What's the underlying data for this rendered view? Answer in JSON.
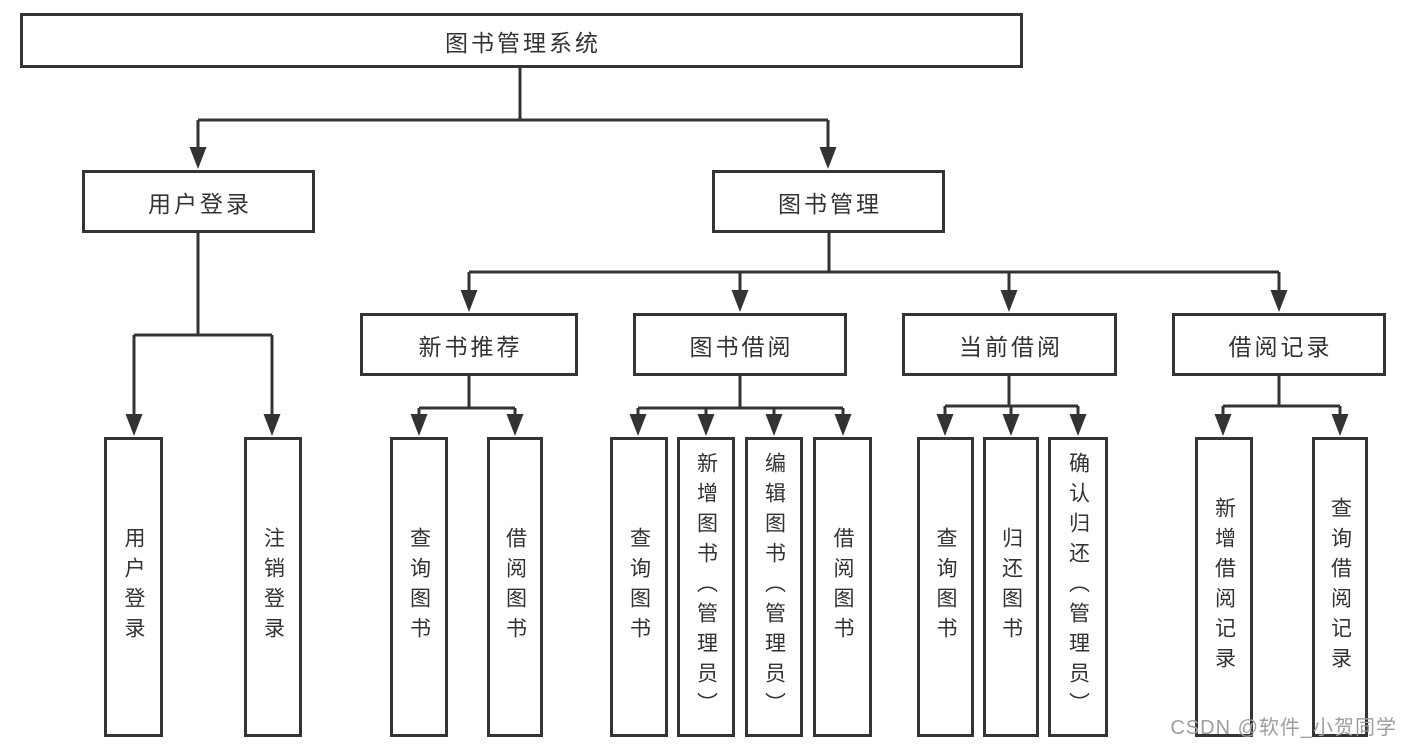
{
  "diagram": {
    "type": "hierarchy-tree",
    "title": "图书管理系统",
    "nodes": {
      "root": {
        "label": "图书管理系统",
        "parent": null
      },
      "user_login": {
        "label": "用户登录",
        "parent": "root"
      },
      "book_mgmt": {
        "label": "图书管理",
        "parent": "root"
      },
      "new_book": {
        "label": "新书推荐",
        "parent": "book_mgmt"
      },
      "book_borrow": {
        "label": "图书借阅",
        "parent": "book_mgmt"
      },
      "current_borrow": {
        "label": "当前借阅",
        "parent": "book_mgmt"
      },
      "borrow_record": {
        "label": "借阅记录",
        "parent": "book_mgmt"
      },
      "ul_login": {
        "label": "用户登录",
        "parent": "user_login"
      },
      "ul_logout": {
        "label": "注销登录",
        "parent": "user_login"
      },
      "nb_query": {
        "label": "查询图书",
        "parent": "new_book"
      },
      "nb_borrow": {
        "label": "借阅图书",
        "parent": "new_book"
      },
      "bb_query": {
        "label": "查询图书",
        "parent": "book_borrow"
      },
      "bb_add": {
        "label": "新增图书（管理员）",
        "parent": "book_borrow"
      },
      "bb_edit": {
        "label": "编辑图书（管理员）",
        "parent": "book_borrow"
      },
      "bb_borrow": {
        "label": "借阅图书",
        "parent": "book_borrow"
      },
      "cb_query": {
        "label": "查询图书",
        "parent": "current_borrow"
      },
      "cb_return": {
        "label": "归还图书",
        "parent": "current_borrow"
      },
      "cb_confirm": {
        "label": "确认归还（管理员）",
        "parent": "current_borrow"
      },
      "br_add": {
        "label": "新增借阅记录",
        "parent": "borrow_record"
      },
      "br_query": {
        "label": "查询借阅记录",
        "parent": "borrow_record"
      }
    }
  },
  "watermark": {
    "text": "CSDN @软件_小贺同学"
  },
  "colors": {
    "line": "#333333",
    "box_border": "#343434",
    "text": "#333333",
    "background": "#ffffff",
    "watermark": "#9e9e9e"
  }
}
